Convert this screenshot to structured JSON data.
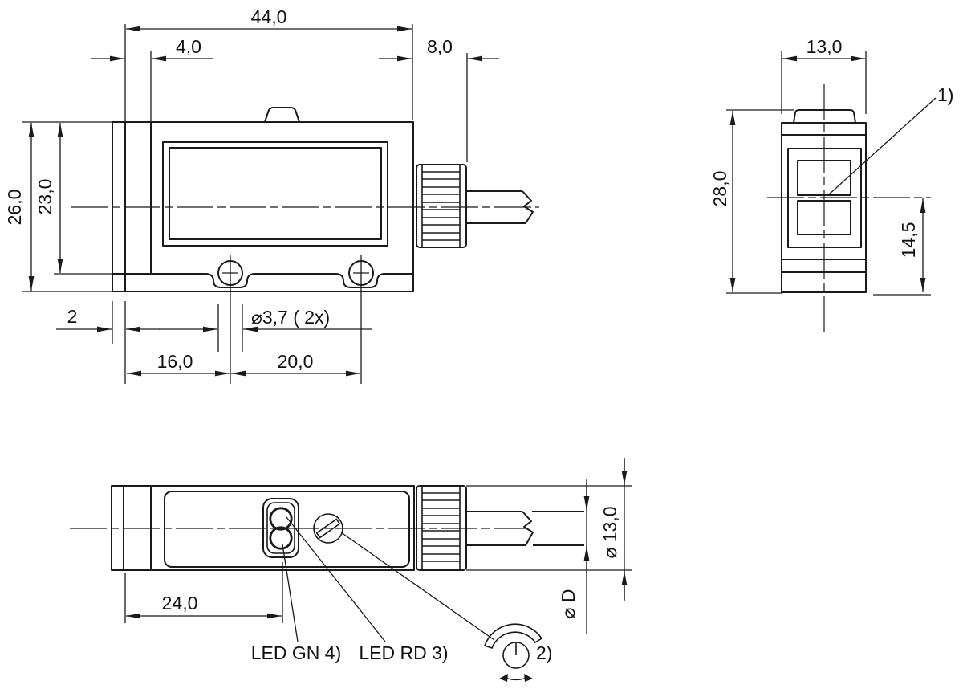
{
  "drawing": {
    "kind": "sensor dimensional drawing",
    "units": "mm",
    "line_color": "#1a1a1a",
    "background": "#ffffff"
  },
  "side": {
    "len_total": "44,0",
    "len_groove": "4,0",
    "len_nut": "8,0",
    "h_total": "26,0",
    "h_body": "23,0",
    "lip": "2",
    "hole_offset": "16,0",
    "hole_pitch": "20,0",
    "hole_dia": "⌀3,7 ( 2x)"
  },
  "front": {
    "width": "13,0",
    "height": "28,0",
    "axis_from_bottom": "14,5",
    "note_optical": "1)"
  },
  "top": {
    "led_pos": "24,0",
    "nut_dia": "⌀ 13,0",
    "cable_dia": "⌀ D",
    "led_green": "LED GN 4)",
    "led_red": "LED RD 3)",
    "pot": "2)"
  }
}
